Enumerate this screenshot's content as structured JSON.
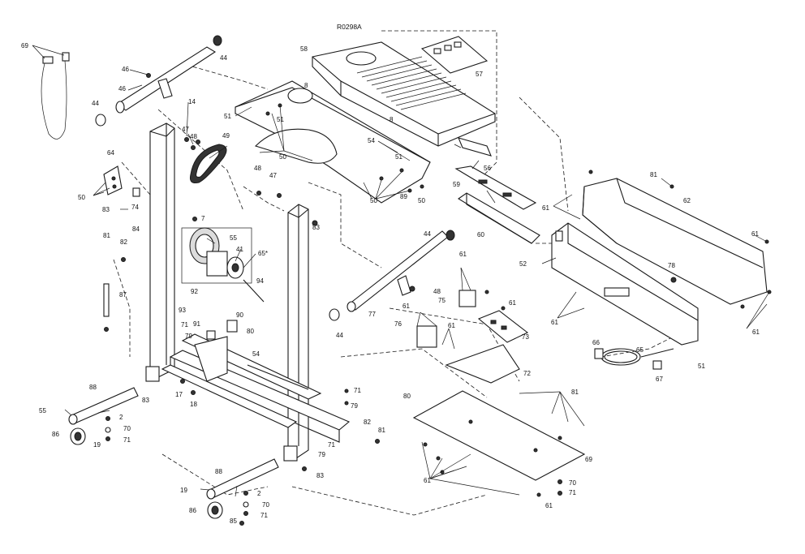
{
  "diagram": {
    "drawing_id": "R0298A",
    "labels": [
      {
        "id": "l69",
        "text": "69"
      },
      {
        "id": "l44a",
        "text": "44"
      },
      {
        "id": "l46a",
        "text": "46"
      },
      {
        "id": "l46b",
        "text": "46"
      },
      {
        "id": "l44b",
        "text": "44"
      },
      {
        "id": "l14",
        "text": "14"
      },
      {
        "id": "l47a",
        "text": "47"
      },
      {
        "id": "l48a",
        "text": "48"
      },
      {
        "id": "l49",
        "text": "49"
      },
      {
        "id": "l51a",
        "text": "51"
      },
      {
        "id": "l51b",
        "text": "51"
      },
      {
        "id": "l50a",
        "text": "50"
      },
      {
        "id": "l8a",
        "text": "8"
      },
      {
        "id": "l58",
        "text": "58"
      },
      {
        "id": "l57",
        "text": "57"
      },
      {
        "id": "l8b",
        "text": "8"
      },
      {
        "id": "l54a",
        "text": "54"
      },
      {
        "id": "l51c",
        "text": "51"
      },
      {
        "id": "l56",
        "text": "56"
      },
      {
        "id": "l59",
        "text": "59"
      },
      {
        "id": "l60",
        "text": "60"
      },
      {
        "id": "l64",
        "text": "64"
      },
      {
        "id": "l50b",
        "text": "50"
      },
      {
        "id": "l74",
        "text": "74"
      },
      {
        "id": "l83a",
        "text": "83"
      },
      {
        "id": "l48b",
        "text": "48"
      },
      {
        "id": "l47b",
        "text": "47"
      },
      {
        "id": "l89",
        "text": "89"
      },
      {
        "id": "l50c",
        "text": "50"
      },
      {
        "id": "l50d",
        "text": "50"
      },
      {
        "id": "l7",
        "text": "7"
      },
      {
        "id": "l83b",
        "text": "83"
      },
      {
        "id": "l84",
        "text": "84"
      },
      {
        "id": "l81a",
        "text": "81"
      },
      {
        "id": "l82a",
        "text": "82"
      },
      {
        "id": "l55a",
        "text": "55"
      },
      {
        "id": "l41",
        "text": "41"
      },
      {
        "id": "l65s",
        "text": "65*"
      },
      {
        "id": "l87",
        "text": "87"
      },
      {
        "id": "l94",
        "text": "94"
      },
      {
        "id": "l92",
        "text": "92"
      },
      {
        "id": "l93",
        "text": "93"
      },
      {
        "id": "l91",
        "text": "91"
      },
      {
        "id": "l90a",
        "text": "90"
      },
      {
        "id": "l71a",
        "text": "71"
      },
      {
        "id": "l79a",
        "text": "79"
      },
      {
        "id": "l80a",
        "text": "80"
      },
      {
        "id": "l44c",
        "text": "44"
      },
      {
        "id": "l48c",
        "text": "48"
      },
      {
        "id": "l77",
        "text": "77"
      },
      {
        "id": "l44d",
        "text": "44"
      },
      {
        "id": "l61a",
        "text": "61"
      },
      {
        "id": "l75",
        "text": "75"
      },
      {
        "id": "l61b",
        "text": "61"
      },
      {
        "id": "l61c",
        "text": "61"
      },
      {
        "id": "l76",
        "text": "76"
      },
      {
        "id": "l61d",
        "text": "61"
      },
      {
        "id": "l73",
        "text": "73"
      },
      {
        "id": "l72",
        "text": "72"
      },
      {
        "id": "l54b",
        "text": "54"
      },
      {
        "id": "l81b",
        "text": "81"
      },
      {
        "id": "l62",
        "text": "62"
      },
      {
        "id": "l61e",
        "text": "61"
      },
      {
        "id": "l61f",
        "text": "61"
      },
      {
        "id": "l52",
        "text": "52"
      },
      {
        "id": "l78",
        "text": "78"
      },
      {
        "id": "l61g",
        "text": "61"
      },
      {
        "id": "l61h",
        "text": "61"
      },
      {
        "id": "l66",
        "text": "66"
      },
      {
        "id": "l65",
        "text": "65"
      },
      {
        "id": "l51d",
        "text": "51"
      },
      {
        "id": "l67",
        "text": "67"
      },
      {
        "id": "l88a",
        "text": "88"
      },
      {
        "id": "l55b",
        "text": "55"
      },
      {
        "id": "l2a",
        "text": "2"
      },
      {
        "id": "l70a",
        "text": "70"
      },
      {
        "id": "l71b",
        "text": "71"
      },
      {
        "id": "l86a",
        "text": "86"
      },
      {
        "id": "l19a",
        "text": "19"
      },
      {
        "id": "l83c",
        "text": "83"
      },
      {
        "id": "l17",
        "text": "17"
      },
      {
        "id": "l18",
        "text": "18"
      },
      {
        "id": "l71c",
        "text": "71"
      },
      {
        "id": "l79b",
        "text": "79"
      },
      {
        "id": "l80b",
        "text": "80"
      },
      {
        "id": "l82b",
        "text": "82"
      },
      {
        "id": "l81c",
        "text": "81"
      },
      {
        "id": "l79c",
        "text": "79"
      },
      {
        "id": "l71d",
        "text": "71"
      },
      {
        "id": "l83d",
        "text": "83"
      },
      {
        "id": "l88b",
        "text": "88"
      },
      {
        "id": "l19b",
        "text": "19"
      },
      {
        "id": "l2b",
        "text": "2"
      },
      {
        "id": "l86b",
        "text": "86"
      },
      {
        "id": "l85",
        "text": "85"
      },
      {
        "id": "l70b",
        "text": "70"
      },
      {
        "id": "l71e",
        "text": "71"
      },
      {
        "id": "l81d",
        "text": "81"
      },
      {
        "id": "l69b",
        "text": "69"
      },
      {
        "id": "l61i",
        "text": "61"
      },
      {
        "id": "l70c",
        "text": "70"
      },
      {
        "id": "l71f",
        "text": "71"
      },
      {
        "id": "l61j",
        "text": "61"
      }
    ]
  }
}
